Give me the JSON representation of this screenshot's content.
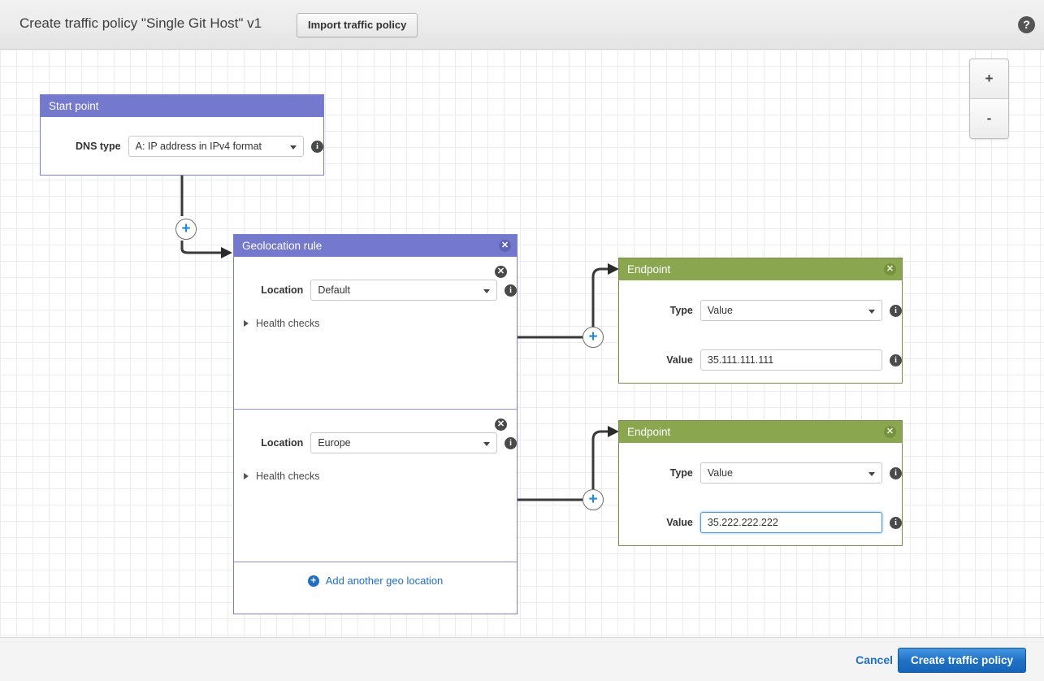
{
  "header": {
    "title": "Create traffic policy \"Single Git Host\" v1",
    "import_button": "Import traffic policy",
    "help_icon": "?"
  },
  "canvas": {
    "zoom_in": "+",
    "zoom_out": "-",
    "junction_plus": "+"
  },
  "start_point": {
    "title": "Start point",
    "dns_type_label": "DNS type",
    "dns_type_value": "A: IP address in IPv4 format",
    "info_icon": "i"
  },
  "geolocation_rule": {
    "title": "Geolocation rule",
    "close_icon": "✕",
    "sections": [
      {
        "location_label": "Location",
        "location_value": "Default",
        "health_checks_label": "Health checks",
        "remove_icon": "✕",
        "info_icon": "i"
      },
      {
        "location_label": "Location",
        "location_value": "Europe",
        "health_checks_label": "Health checks",
        "remove_icon": "✕",
        "info_icon": "i"
      }
    ],
    "add_location_label": "Add another geo location",
    "add_location_icon": "+"
  },
  "endpoints": [
    {
      "title": "Endpoint",
      "close_icon": "✕",
      "type_label": "Type",
      "type_value": "Value",
      "value_label": "Value",
      "value_value": "35.111.111.111",
      "info_icon": "i",
      "focused": false
    },
    {
      "title": "Endpoint",
      "close_icon": "✕",
      "type_label": "Type",
      "type_value": "Value",
      "value_label": "Value",
      "value_value": "35.222.222.222",
      "info_icon": "i",
      "focused": true
    }
  ],
  "footer": {
    "cancel_label": "Cancel",
    "create_label": "Create traffic policy"
  },
  "colors": {
    "rule_header": "#7579ce",
    "endpoint_header": "#8aa74f",
    "primary_button": "#2072c7",
    "link": "#1f6fc4"
  }
}
